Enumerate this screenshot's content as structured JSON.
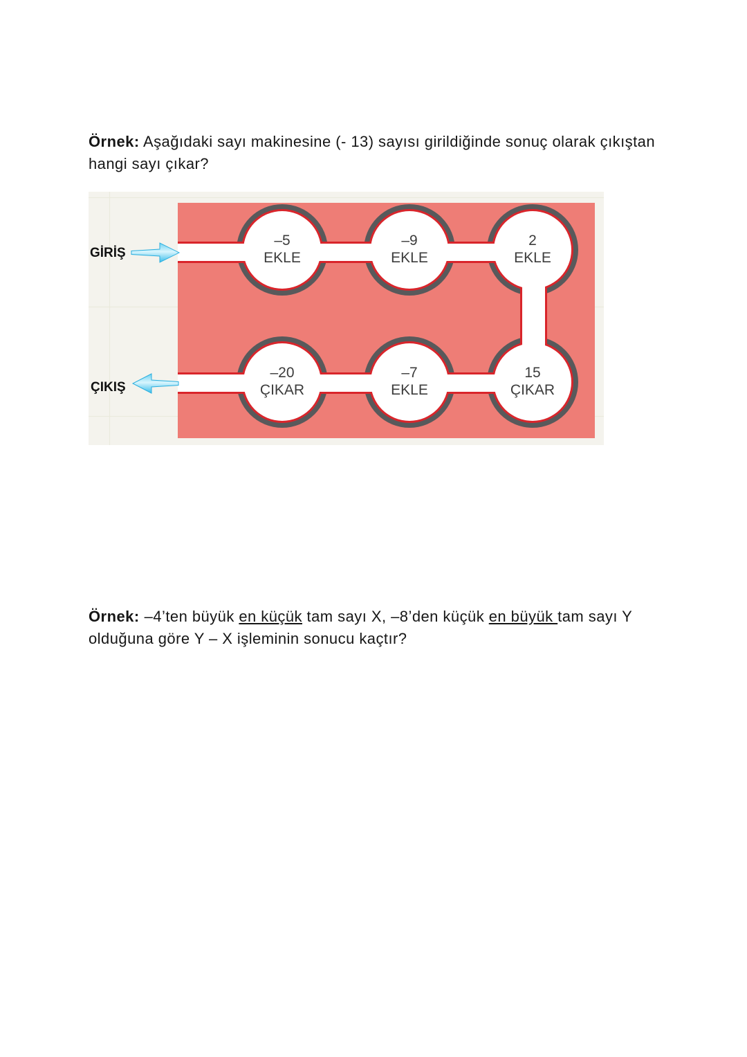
{
  "example1": {
    "label": "Örnek:",
    "line1_rest": " Aşağıdaki sayı makinesine (- 13) sayısı girildiğinde sonuç olarak çıkıştan",
    "line2": "hangi sayı çıkar?"
  },
  "machine": {
    "input_label": "GİRİŞ",
    "output_label": "ÇIKIŞ",
    "top_row": [
      {
        "value": "–5",
        "op": "EKLE"
      },
      {
        "value": "–9",
        "op": "EKLE"
      },
      {
        "value": "2",
        "op": "EKLE"
      }
    ],
    "bottom_row": [
      {
        "value": "–20",
        "op": "ÇIKAR"
      },
      {
        "value": "–7",
        "op": "EKLE"
      },
      {
        "value": "15",
        "op": "ÇIKAR"
      }
    ],
    "colors": {
      "panel": "#f4f3ed",
      "pink": "#ee7d76",
      "red": "#d9252b",
      "ring": "#58595b",
      "arrow": "#56c7f0"
    }
  },
  "example2": {
    "label": "Örnek:",
    "seg1": "–4’ten büyük ",
    "underline1": "en küçük",
    "seg2": " tam sayı X, –8’den küçük ",
    "underline2": "en büyük ",
    "seg3": "tam sayı Y",
    "line2": "olduğuna göre Y – X işleminin sonucu kaçtır?"
  }
}
